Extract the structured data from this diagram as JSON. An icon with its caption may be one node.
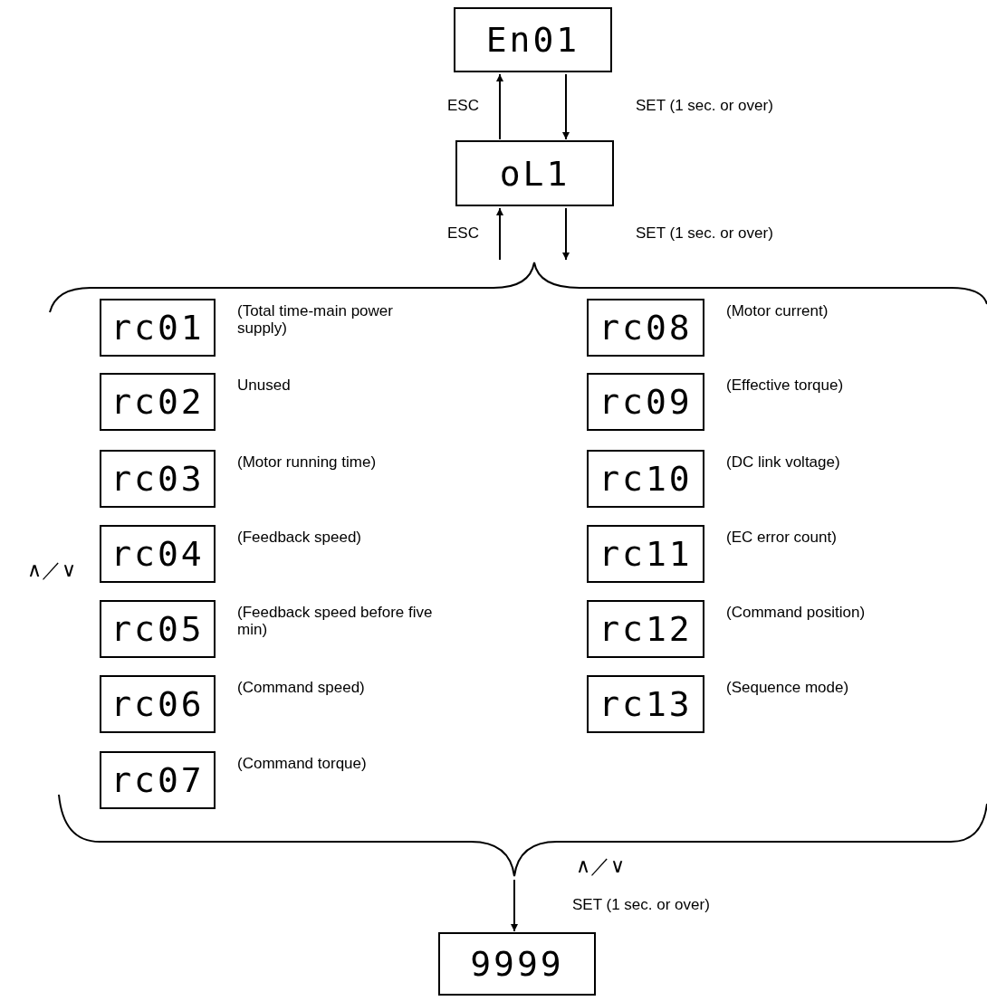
{
  "diagram": {
    "nodes": [
      {
        "text": [
          "En01"
        ]
      },
      {
        "text": [
          "oL1"
        ]
      },
      {
        "text": [],
        "shape": "brace"
      },
      {
        "text": [
          "rc01"
        ],
        "in": 2,
        "beside": [
          "(Total time-main power supply)"
        ]
      },
      {
        "text": [
          "rc02"
        ],
        "in": 2,
        "beside": [
          "Unused"
        ]
      },
      {
        "text": [
          "rc03"
        ],
        "in": 2,
        "beside": [
          "(Motor running time)"
        ]
      },
      {
        "text": [
          "rc04"
        ],
        "in": 2,
        "beside": [
          "(Feedback speed)"
        ]
      },
      {
        "text": [
          "rc05"
        ],
        "in": 2,
        "beside": [
          "(Feedback speed before five min)"
        ]
      },
      {
        "text": [
          "rc06"
        ],
        "in": 2,
        "beside": [
          "(Command speed)"
        ]
      },
      {
        "text": [
          "rc07"
        ],
        "in": 2,
        "beside": [
          "(Command torque)"
        ]
      },
      {
        "text": [
          "rc08"
        ],
        "in": 2,
        "beside": [
          "(Motor current)"
        ]
      },
      {
        "text": [
          "rc09"
        ],
        "in": 2,
        "beside": [
          "(Effective torque)"
        ]
      },
      {
        "text": [
          "rc10"
        ],
        "in": 2,
        "beside": [
          "(DC link voltage)"
        ]
      },
      {
        "text": [
          "rc11"
        ],
        "in": 2,
        "beside": [
          "(EC error count)"
        ]
      },
      {
        "text": [
          "rc12"
        ],
        "in": 2,
        "beside": [
          "(Command position)"
        ]
      },
      {
        "text": [
          "rc13"
        ],
        "in": 2,
        "beside": [
          "(Sequence mode)"
        ]
      },
      {
        "text": [
          "9999"
        ]
      }
    ],
    "edges": [
      {
        "from": 0,
        "to": 1,
        "arrow": "to",
        "label": "SET (1 sec. or over)"
      },
      {
        "from": 1,
        "to": 0,
        "arrow": "to",
        "label": "ESC"
      },
      {
        "from": 1,
        "to": 2,
        "arrow": "to",
        "label": "SET (1 sec. or over)"
      },
      {
        "from": 2,
        "to": 1,
        "arrow": "to",
        "label": "ESC"
      },
      {
        "from": 2,
        "to": 16,
        "arrow": "to",
        "label": "SET (1 sec. or over)"
      }
    ],
    "labels": [
      "∧／∨",
      "∧／∨"
    ]
  }
}
